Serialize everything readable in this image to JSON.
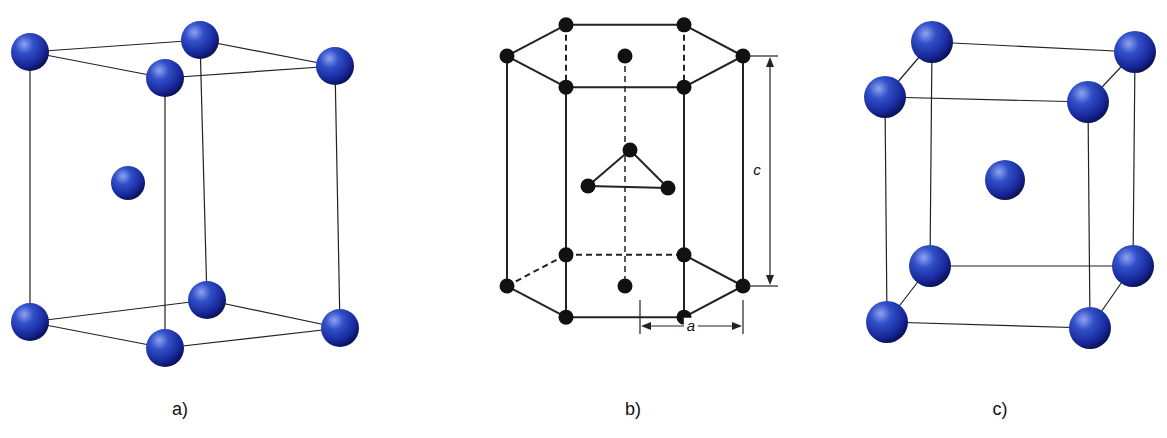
{
  "diagram": {
    "labels": [
      "a)",
      "b)",
      "c)",
      "c",
      "a"
    ]
  }
}
